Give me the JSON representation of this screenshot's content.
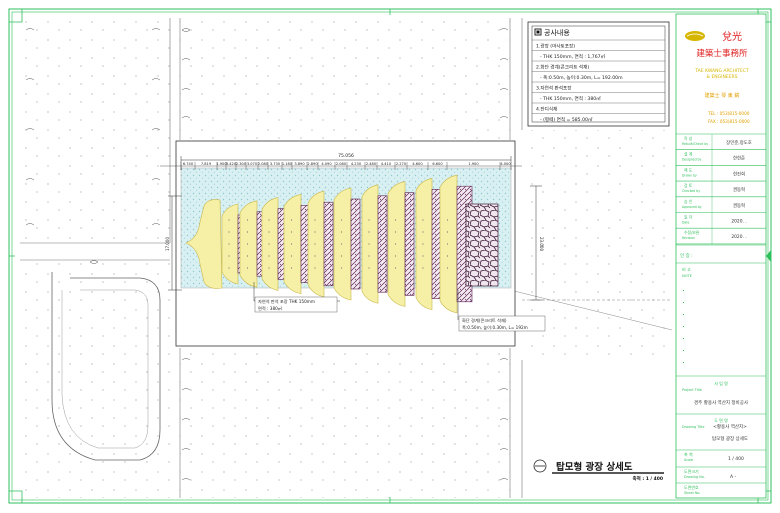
{
  "notes": {
    "title": "공사내용",
    "items": [
      "1.광장 (마사토포장)",
      "- THK 150mm, 면적 : 1,767㎡",
      "2.화단 경계(콘크리트 석재)",
      "- 폭:0.50m, 높이:0.30m, L= 192.00m",
      "3.자연석 판석포장",
      "- THK 150mm, 면적 : 380㎡",
      "4.잔디식재",
      "- (평떼) 면적 = 585.00㎡"
    ]
  },
  "firm": {
    "name_cn": "兌光",
    "office_cn": "建築士事務所",
    "name_en_1": "TAE KWANG ARCHITECT",
    "name_en_2": "& ENGINEERS",
    "architect": "建築士  琴 東 鎬",
    "tel": "TEL : 053)815-0000",
    "fax": "FAX : 053)815-0000"
  },
  "titleblock": {
    "rows": [
      {
        "label_kr": "작 성",
        "label_en": "Rebuilt/Check by",
        "value": "장민준,정도호"
      },
      {
        "label_kr": "설 계",
        "label_en": "Designed by",
        "value": "한현준"
      },
      {
        "label_kr": "제 도",
        "label_en": "Drawn by",
        "value": "현진희"
      },
      {
        "label_kr": "검 토",
        "label_en": "Checked by",
        "value": "권동혁"
      },
      {
        "label_kr": "승 인",
        "label_en": "Approved by",
        "value": "권동혁"
      },
      {
        "label_kr": "일 자",
        "label_en": "Date",
        "value": "2020.   ."
      },
      {
        "label_kr": "수정/보완",
        "label_en": "Revision",
        "value": "2020.   ."
      }
    ],
    "seal_label": "인 증 :",
    "remarks_label": "비 고",
    "remarks_en": "NOTE",
    "project_kr": "사 업 명",
    "project_en": "Project Title",
    "project_value": "경주 황용사 역산지 정비공사",
    "drawing_kr": "도 면 명",
    "drawing_en": "Drawing Title",
    "drawing_value_1": "<황용사 역산지>",
    "drawing_value_2": "탑모형 광장 상세도",
    "scale_kr": "축 척",
    "scale_en": "Scale",
    "scale_value": "1  /  400",
    "size_kr": "도면크기",
    "size_en": "Drawing No.",
    "size_value": "A  -",
    "sheet_kr": "도면번호",
    "sheet_en": "Sheet No."
  },
  "drawing": {
    "title": "탑모형 광장 상세도",
    "scale": "축척 : 1 / 400",
    "overall_dim": "75.056",
    "segment_dims": [
      "6.740",
      "7.819",
      "1.900",
      "3.420",
      "2.300",
      "3.070",
      "2.080",
      "3.730",
      "1.180",
      "3.890",
      "2.890",
      "4.090",
      "2.080",
      "4.230",
      "2.480",
      "4.410",
      "2.270",
      "4.600",
      "6.600",
      "1.900",
      "4.000"
    ],
    "left_dim": "17.000",
    "right_dim": "23.000",
    "callout_1_line1": "자연석 판석 포장 THK 150mm",
    "callout_1_line2": "면적 : 380㎡",
    "callout_2_line1": "화단 경계(콘크리트 석재)",
    "callout_2_line2": "폭:0.50m, 높이:0.30m, L= 192m"
  },
  "colors": {
    "frame": "#2fbf5c",
    "logo": "#d6b600",
    "firm": "#e01f1f",
    "gravel": "#bfe3e6",
    "tier": "#f6f0a6",
    "stone": "#5a1f4f"
  }
}
